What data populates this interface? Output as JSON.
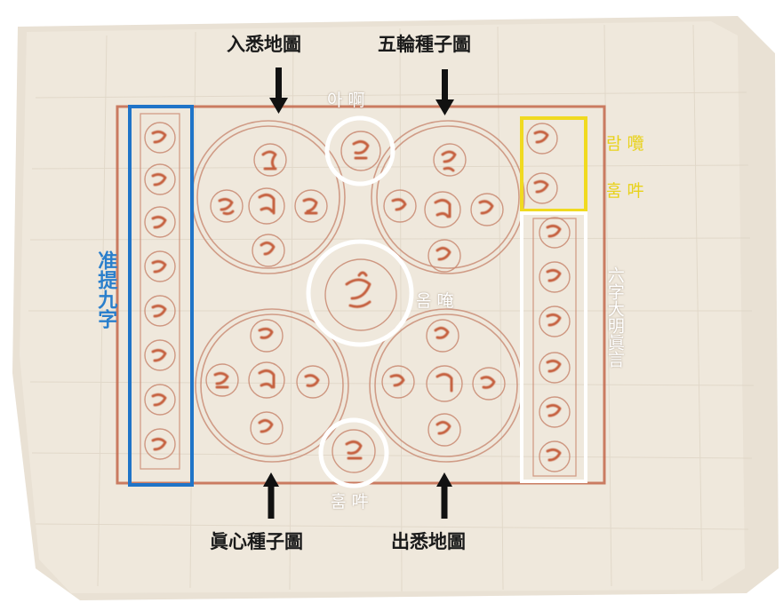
{
  "labels": {
    "top_left": "入悉地圖",
    "top_right": "五輪種子圖",
    "bottom_left": "眞心種子圖",
    "bottom_right": "出悉地圖",
    "top_center_syllable": "아 啊",
    "center_syllable": "옴 唵",
    "bottom_center_syllable": "훔 吽",
    "yellow_top": "람 囕",
    "yellow_bottom": "훔 吽",
    "left_column": "准提九字",
    "right_column": "六字大明眞言"
  },
  "colors": {
    "paper": "#ece4d8",
    "ink": "#c3674b",
    "left_box": "#1f74c8",
    "yellow_box": "#f0da20",
    "white_box": "#ffffff",
    "arrow": "#111111"
  }
}
